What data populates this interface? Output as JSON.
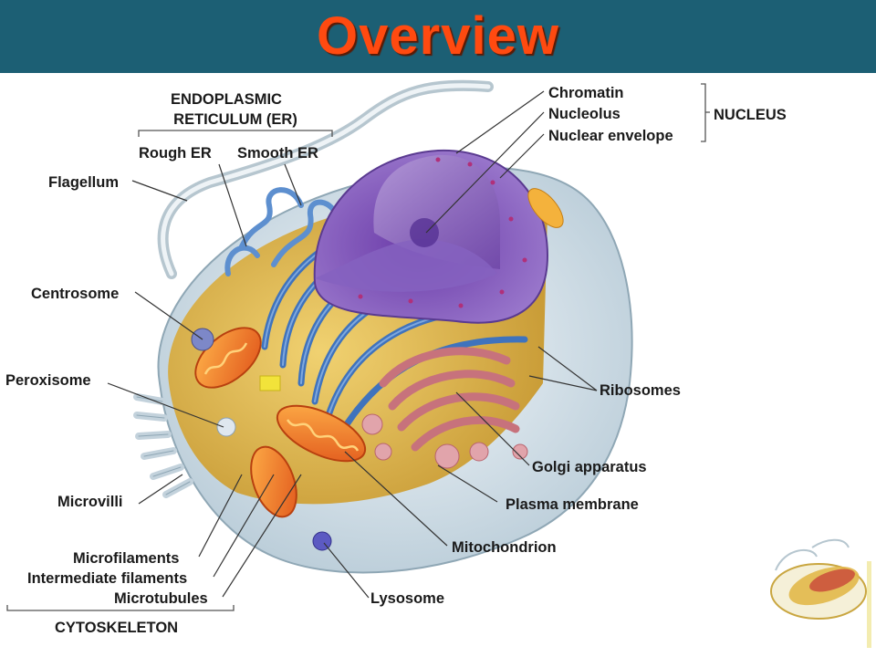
{
  "slide": {
    "title": "Overview"
  },
  "labels": {
    "er_group": "ENDOPLASMIC",
    "er_group_2": "RETICULUM (ER)",
    "rough_er": "Rough ER",
    "smooth_er": "Smooth ER",
    "flagellum": "Flagellum",
    "centrosome": "Centrosome",
    "peroxisome": "Peroxisome",
    "microvilli": "Microvilli",
    "microfilaments": "Microfilaments",
    "intermediate_filaments": "Intermediate filaments",
    "microtubules": "Microtubules",
    "cytoskeleton": "CYTOSKELETON",
    "chromatin": "Chromatin",
    "nucleolus": "Nucleolus",
    "nuclear_envelope": "Nuclear envelope",
    "nucleus": "NUCLEUS",
    "ribosomes": "Ribosomes",
    "golgi": "Golgi apparatus",
    "plasma_membrane": "Plasma membrane",
    "mitochondrion": "Mitochondrion",
    "lysosome": "Lysosome"
  },
  "colors": {
    "title_bar": "#1c5f74",
    "title_text": "#ff4a10",
    "cytoplasm": "#e2b84a",
    "nucleus": "#7a52b0",
    "er": "#4a7fc4",
    "golgi": "#d98a90",
    "mitochondrion": "#f07a20"
  }
}
